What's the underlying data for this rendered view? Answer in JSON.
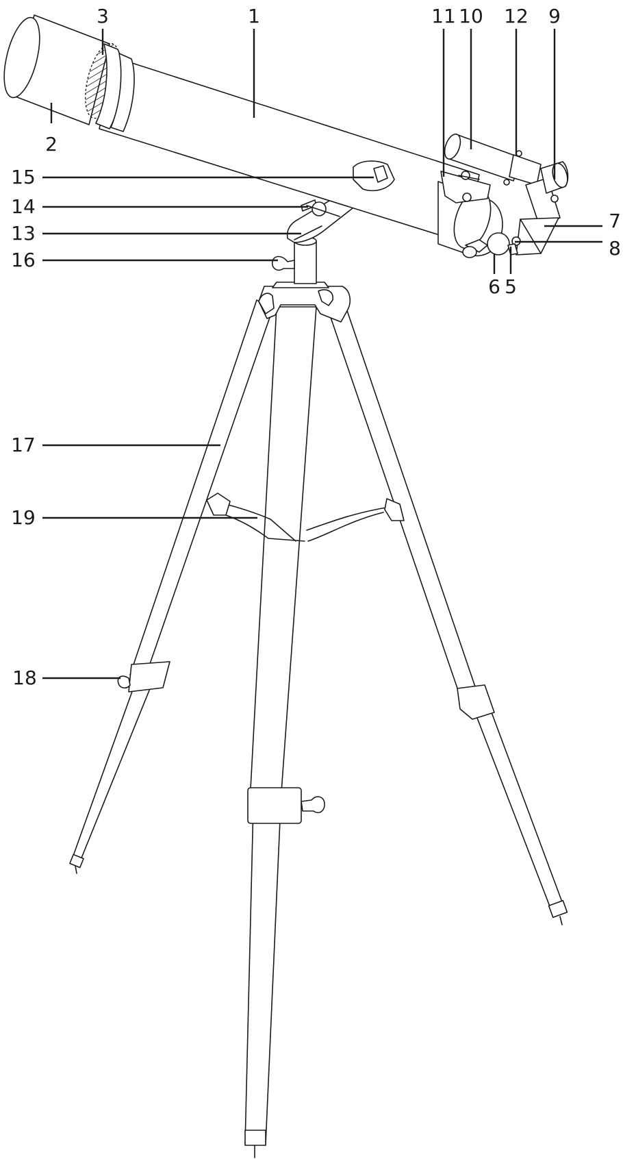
{
  "diagram": {
    "colors": {
      "line": "#1a1a1a",
      "background": "#ffffff",
      "hatch": "#1a1a1a"
    },
    "callouts": [
      {
        "id": "1",
        "label": "1"
      },
      {
        "id": "2",
        "label": "2"
      },
      {
        "id": "3",
        "label": "3"
      },
      {
        "id": "5",
        "label": "5"
      },
      {
        "id": "6",
        "label": "6"
      },
      {
        "id": "7",
        "label": "7"
      },
      {
        "id": "8",
        "label": "8"
      },
      {
        "id": "9",
        "label": "9"
      },
      {
        "id": "10",
        "label": "10"
      },
      {
        "id": "11",
        "label": "11"
      },
      {
        "id": "12",
        "label": "12"
      },
      {
        "id": "13",
        "label": "13"
      },
      {
        "id": "14",
        "label": "14"
      },
      {
        "id": "15",
        "label": "15"
      },
      {
        "id": "16",
        "label": "16"
      },
      {
        "id": "17",
        "label": "17"
      },
      {
        "id": "18",
        "label": "18"
      },
      {
        "id": "19",
        "label": "19"
      }
    ]
  }
}
